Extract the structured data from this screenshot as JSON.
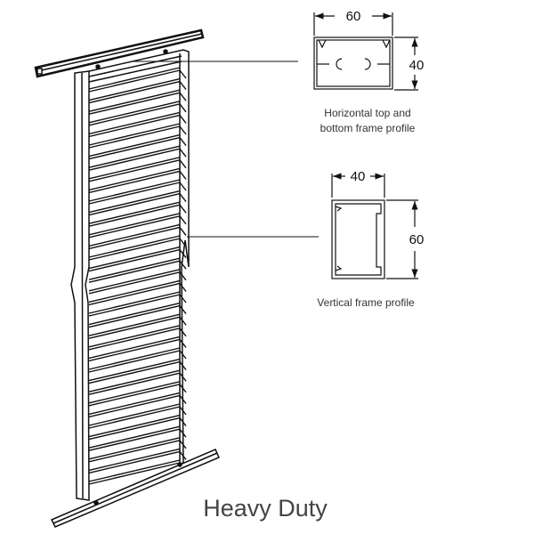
{
  "horizontal_profile": {
    "width_label": "60",
    "height_label": "40",
    "caption_line1": "Horizontal top and",
    "caption_line2": "bottom frame profile"
  },
  "vertical_profile": {
    "width_label": "40",
    "height_label": "60",
    "caption": "Vertical frame profile"
  },
  "title": "Heavy Duty",
  "colors": {
    "line": "#111111",
    "title": "#444444"
  }
}
